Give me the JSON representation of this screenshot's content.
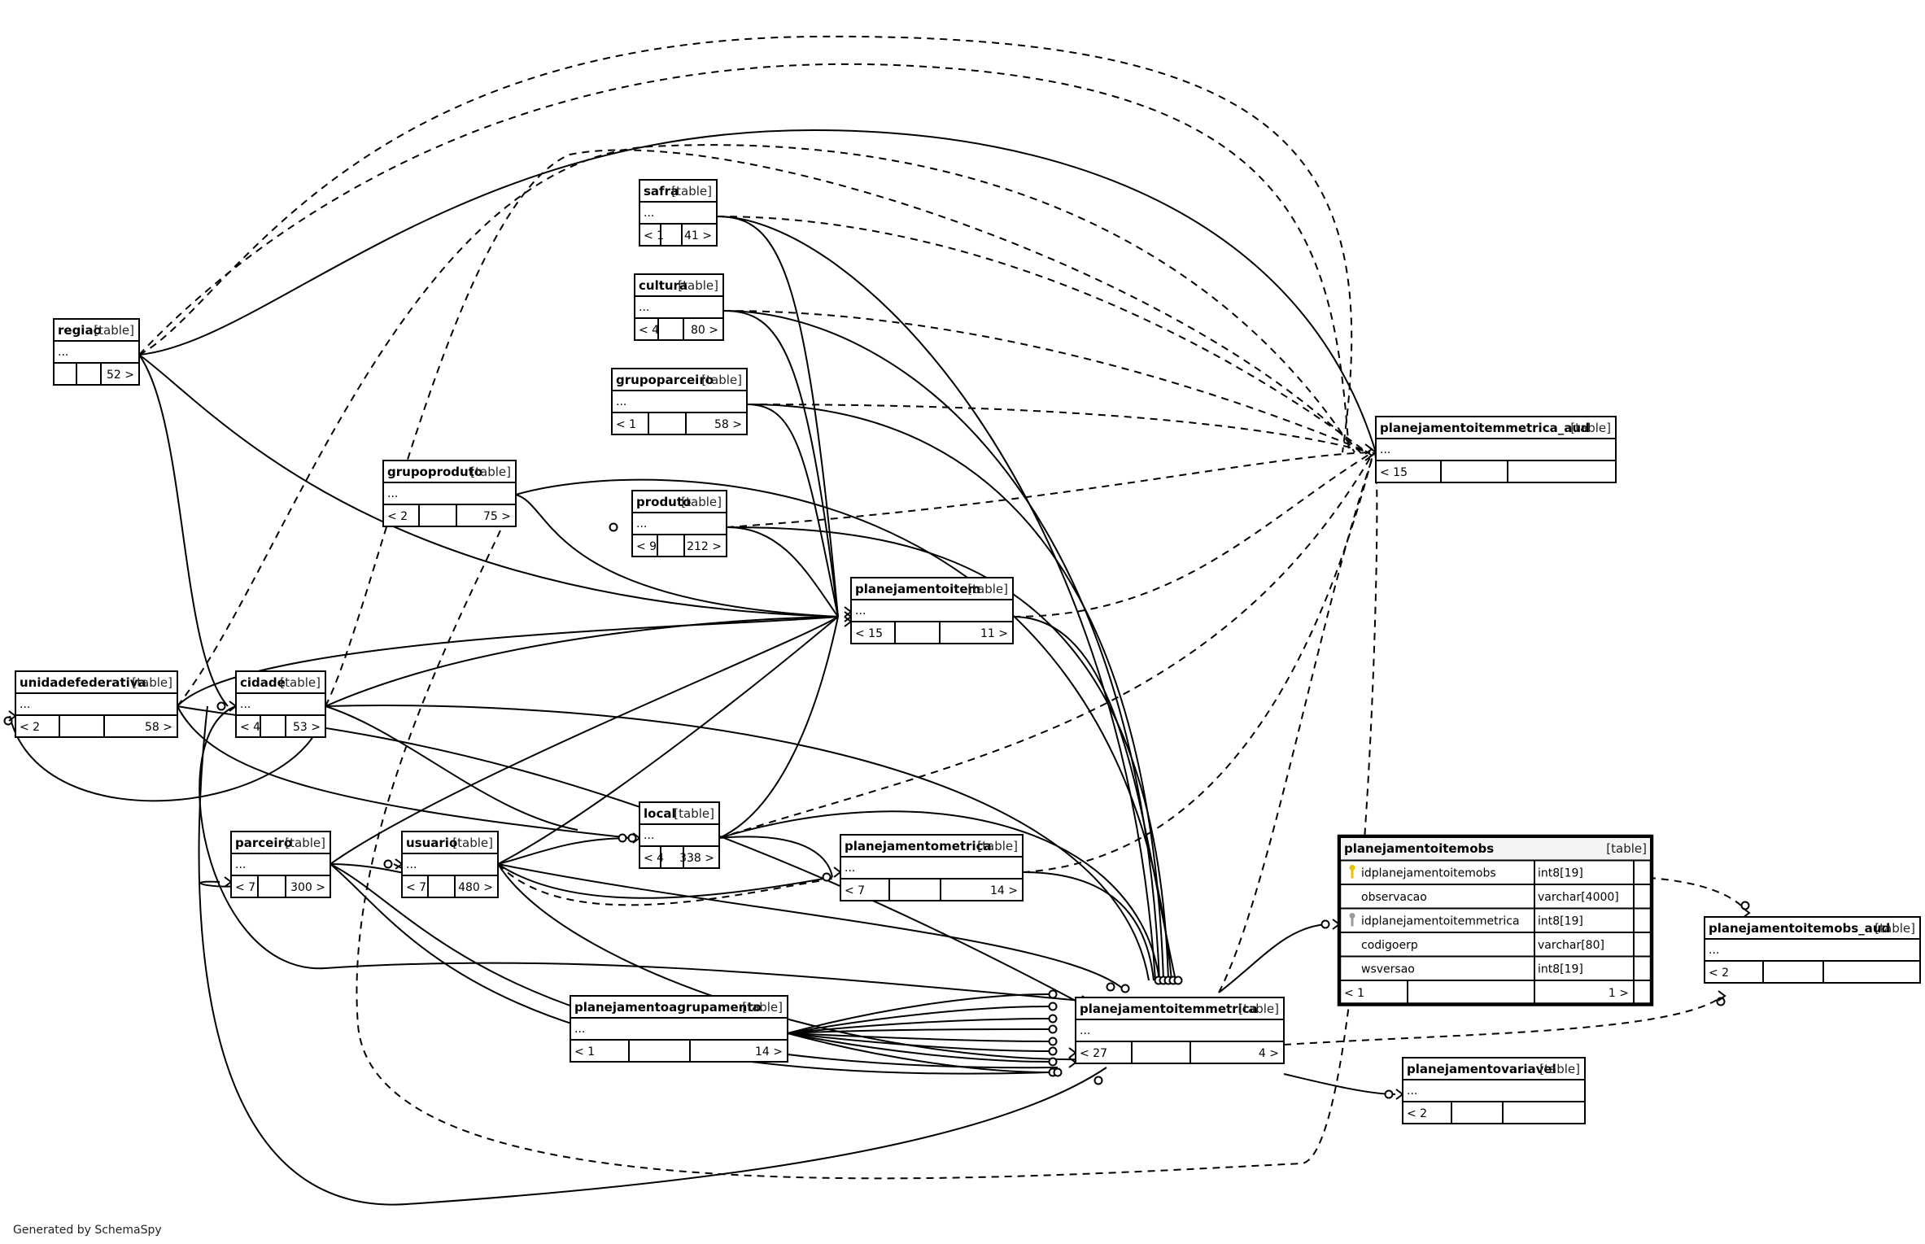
{
  "footer": "Generated by SchemaSpy",
  "ellipsis": "...",
  "focus": {
    "name": "planejamentoitemobs",
    "kind": "[table]",
    "columns": [
      {
        "name": "idplanejamentoitemobs",
        "type": "int8[19]",
        "icon": "primary-key-icon"
      },
      {
        "name": "observacao",
        "type": "varchar[4000]",
        "icon": ""
      },
      {
        "name": "idplanejamentoitemmetrica",
        "type": "int8[19]",
        "icon": "foreign-key-icon"
      },
      {
        "name": "codigoerp",
        "type": "varchar[80]",
        "icon": ""
      },
      {
        "name": "wsversao",
        "type": "int8[19]",
        "icon": ""
      }
    ],
    "parents": "< 1",
    "children": "1 >"
  },
  "tables": [
    {
      "id": "safra",
      "name": "safra",
      "kind": "[table]",
      "parents": "< 1",
      "children": "41 >"
    },
    {
      "id": "cultura",
      "name": "cultura",
      "kind": "[table]",
      "parents": "< 4",
      "children": "80 >"
    },
    {
      "id": "regiao",
      "name": "regiao",
      "kind": "[table]",
      "parents": "",
      "children": "52 >"
    },
    {
      "id": "grupoparceiro",
      "name": "grupoparceiro",
      "kind": "[table]",
      "parents": "< 1",
      "children": "58 >"
    },
    {
      "id": "grupoproduto",
      "name": "grupoproduto",
      "kind": "[table]",
      "parents": "< 2",
      "children": "75 >"
    },
    {
      "id": "produto",
      "name": "produto",
      "kind": "[table]",
      "parents": "< 9",
      "children": "212 >"
    },
    {
      "id": "planejamentoitemmetrica_aud",
      "name": "planejamentoitemmetrica_aud",
      "kind": "[table]",
      "parents": "< 15",
      "children": ""
    },
    {
      "id": "planejamentoitem",
      "name": "planejamentoitem",
      "kind": "[table]",
      "parents": "< 15",
      "children": "11 >"
    },
    {
      "id": "unidadefederativa",
      "name": "unidadefederativa",
      "kind": "[table]",
      "parents": "< 2",
      "children": "58 >"
    },
    {
      "id": "cidade",
      "name": "cidade",
      "kind": "[table]",
      "parents": "< 4",
      "children": "53 >"
    },
    {
      "id": "local",
      "name": "local",
      "kind": "[table]",
      "parents": "< 4",
      "children": "338 >"
    },
    {
      "id": "parceiro",
      "name": "parceiro",
      "kind": "[table]",
      "parents": "< 7",
      "children": "300 >"
    },
    {
      "id": "usuario",
      "name": "usuario",
      "kind": "[table]",
      "parents": "< 7",
      "children": "480 >"
    },
    {
      "id": "planejamentometrica",
      "name": "planejamentometrica",
      "kind": "[table]",
      "parents": "< 7",
      "children": "14 >"
    },
    {
      "id": "planejamentoitemobs_aud",
      "name": "planejamentoitemobs_aud",
      "kind": "[table]",
      "parents": "< 2",
      "children": ""
    },
    {
      "id": "planejamentoagrupamento",
      "name": "planejamentoagrupamento",
      "kind": "[table]",
      "parents": "< 1",
      "children": "14 >"
    },
    {
      "id": "planejamentoitemmetrica",
      "name": "planejamentoitemmetrica",
      "kind": "[table]",
      "parents": "< 27",
      "children": "4 >"
    },
    {
      "id": "planejamentovariavel",
      "name": "planejamentovariavel",
      "kind": "[table]",
      "parents": "< 2",
      "children": ""
    }
  ]
}
